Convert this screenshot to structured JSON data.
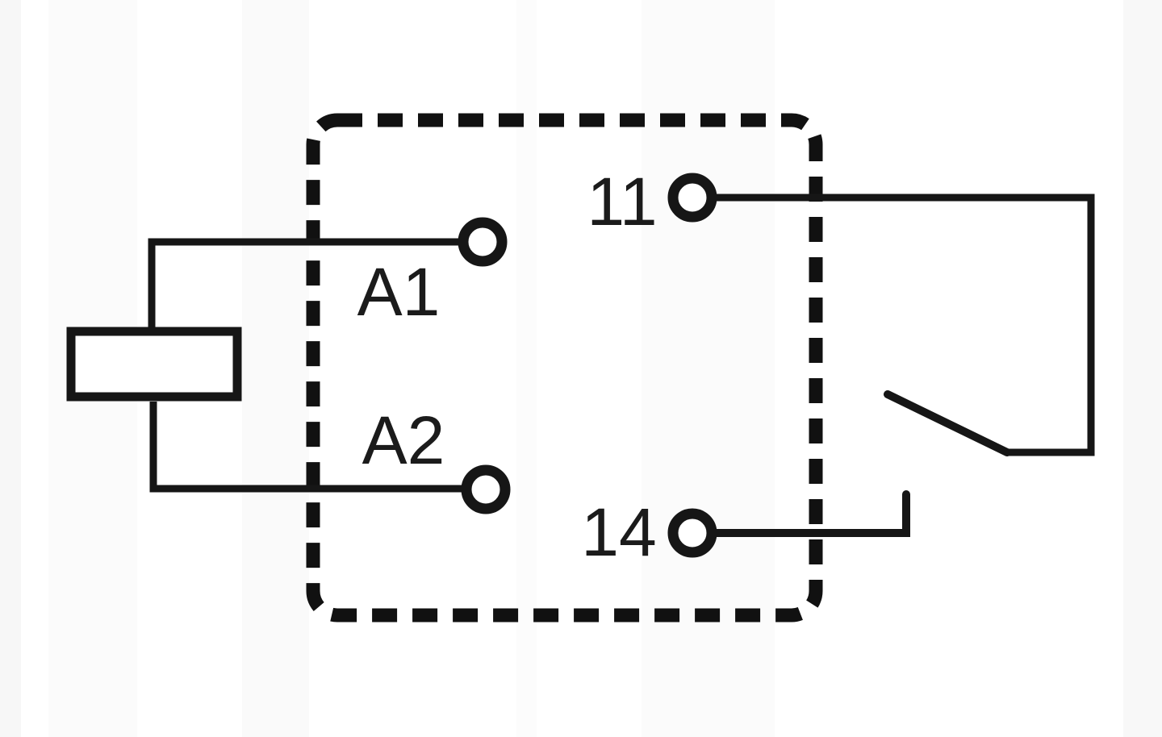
{
  "diagram": {
    "kind": "relay-wiring-schematic",
    "background_color": "#ffffff",
    "line_color": "#161616",
    "relay_boundary": {
      "name": "relay body outline",
      "border_style": "dashed"
    },
    "coil": {
      "name": "relay coil",
      "symbol": "rectangle",
      "terminals": [
        {
          "label": "A1"
        },
        {
          "label": "A2"
        }
      ]
    },
    "contact": {
      "name": "normally-open contact",
      "state": "open",
      "terminals": [
        {
          "label": "11"
        },
        {
          "label": "14"
        }
      ]
    }
  }
}
